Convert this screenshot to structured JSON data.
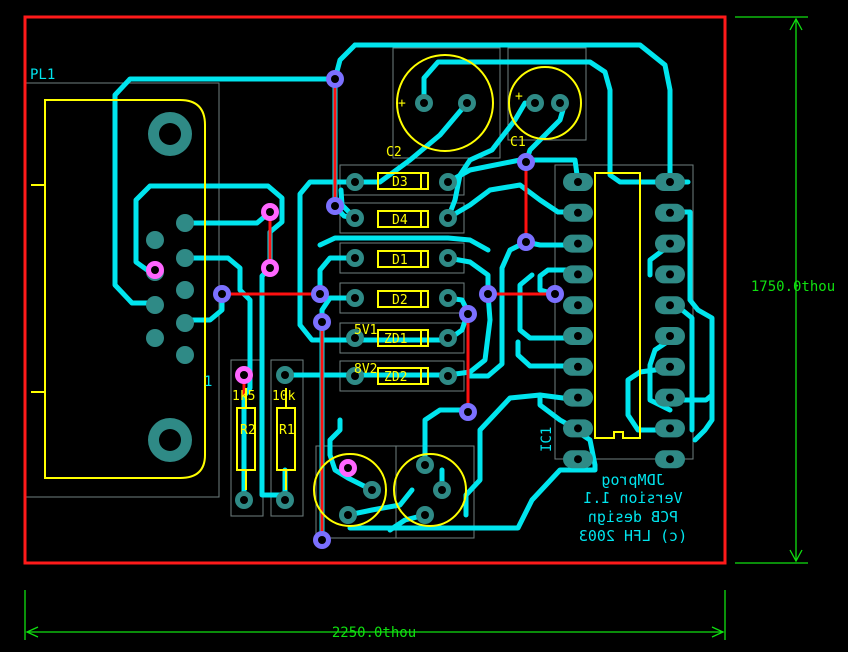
{
  "board": {
    "outline_color": "#ff1a1a",
    "trace_color": "#00e5ee",
    "silkscreen_color": "#ffff00",
    "dimension_color": "#10e010",
    "via_color": "#7b70ff"
  },
  "dimensions": {
    "width_label": "2250.0thou",
    "height_label": "1750.0thou"
  },
  "components": {
    "connector": "PL1",
    "connector_pin": "1",
    "capacitors": [
      "C2",
      "C1"
    ],
    "capacitor_polarity": "+",
    "diodes": [
      "D3",
      "D4",
      "D1",
      "D2"
    ],
    "zeners": [
      "ZD1",
      "ZD2"
    ],
    "zener_values": [
      "5V1",
      "8V2"
    ],
    "resistors": [
      "R2",
      "R1"
    ],
    "resistor_values": [
      "1k5",
      "10k"
    ],
    "ic": "IC1"
  },
  "info_text": [
    "JDMprog",
    "Version 1.1",
    "PCB design",
    "(c) LFH 2003"
  ]
}
